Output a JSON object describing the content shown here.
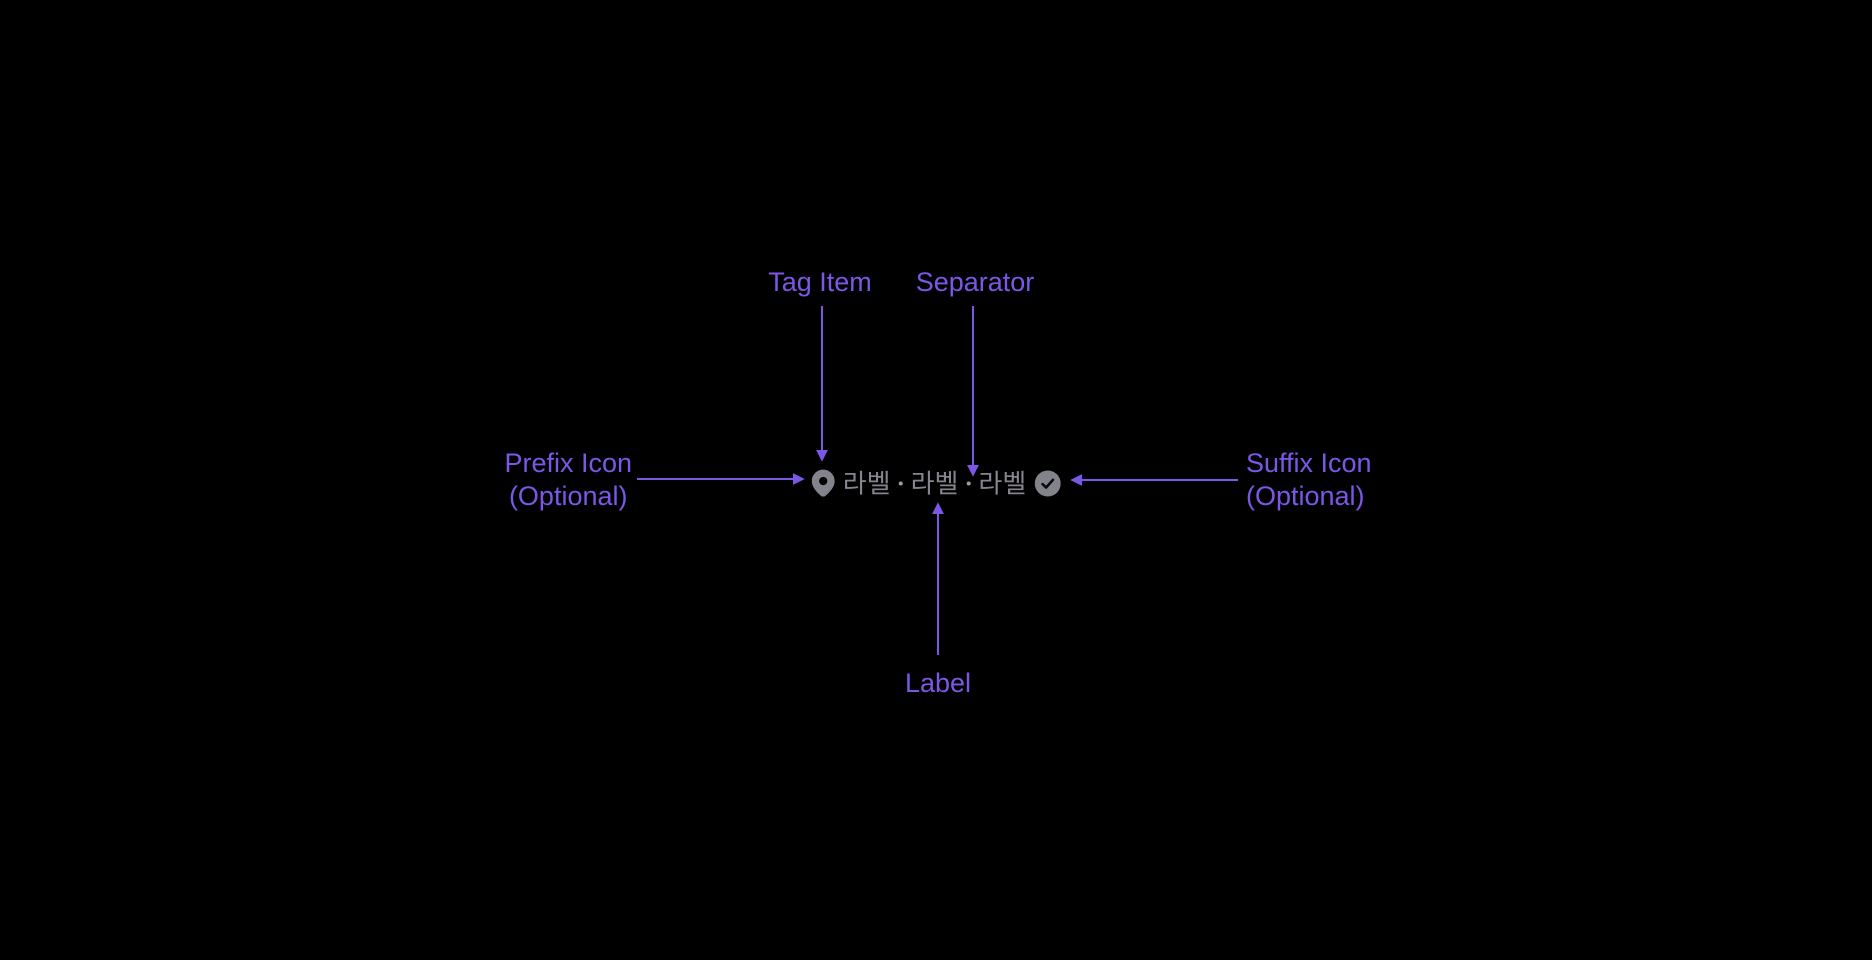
{
  "colors": {
    "background": "#000000",
    "accent": "#7C57E6",
    "component": "#83838C",
    "icon_mark": "#0B0B0E"
  },
  "annotations": {
    "tag_item": "Tag Item",
    "separator": "Separator",
    "prefix_icon_line1": "Prefix Icon",
    "prefix_icon_line2": "(Optional)",
    "suffix_icon_line1": "Suffix Icon",
    "suffix_icon_line2": "(Optional)",
    "label": "Label"
  },
  "tag": {
    "labels": [
      "라벨",
      "라벨",
      "라벨"
    ],
    "separator_glyph": "·",
    "prefix_icon": "location-pin-icon",
    "suffix_icon": "check-circle-icon"
  }
}
